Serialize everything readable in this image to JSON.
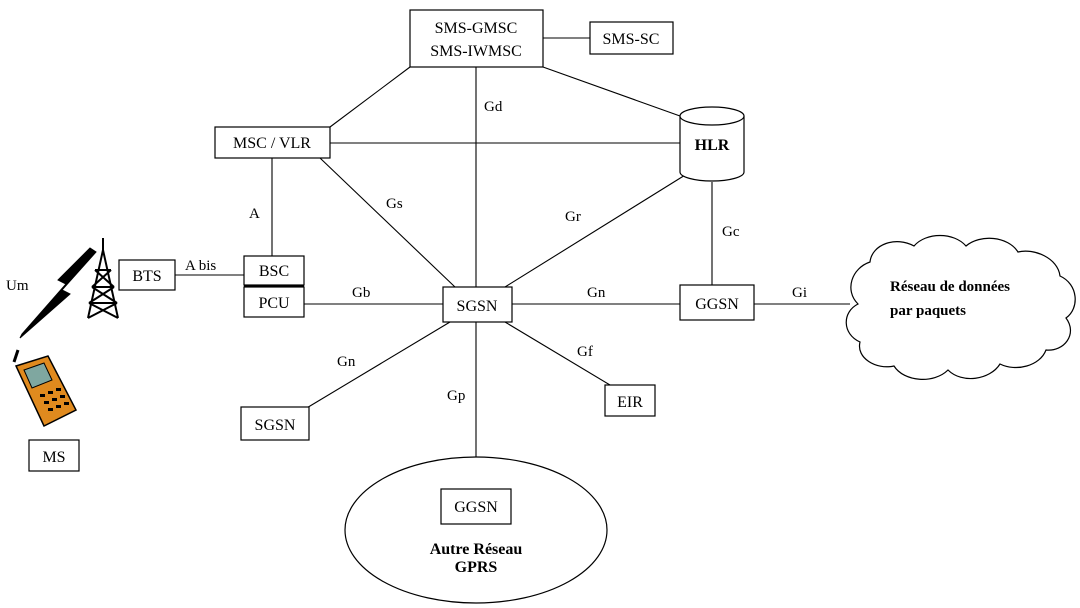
{
  "nodes": {
    "sms_gmsc": "SMS-GMSC",
    "sms_iwmsc": "SMS-IWMSC",
    "sms_sc": "SMS-SC",
    "msc_vlr": "MSC / VLR",
    "hlr": "HLR",
    "bts": "BTS",
    "bsc": "BSC",
    "pcu": "PCU",
    "sgsn": "SGSN",
    "ggsn": "GGSN",
    "sgsn2": "SGSN",
    "eir": "EIR",
    "ggsn_other": "GGSN",
    "ms": "MS"
  },
  "interfaces": {
    "gd": "Gd",
    "gs": "Gs",
    "gr": "Gr",
    "gc": "Gc",
    "a": "A",
    "abis": "A bis",
    "gb": "Gb",
    "gn_right": "Gn",
    "gi": "Gi",
    "gn_left": "Gn",
    "gf": "Gf",
    "gp": "Gp",
    "um": "Um"
  },
  "cloud": {
    "line1": "Réseau de données",
    "line2": "par paquets"
  },
  "other_network": {
    "line1": "Autre Réseau",
    "line2": "GPRS"
  }
}
